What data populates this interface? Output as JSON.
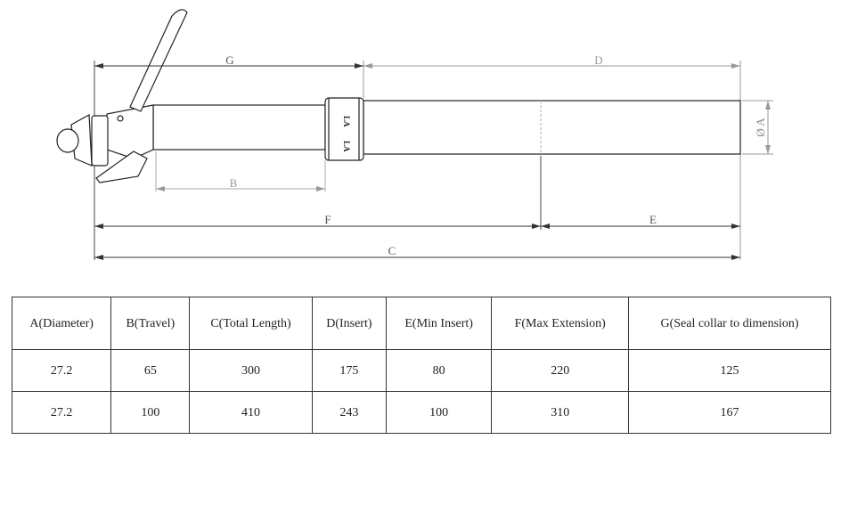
{
  "drawing": {
    "labels": {
      "G": "G",
      "D": "D",
      "A": "Ø A",
      "B": "B",
      "F": "F",
      "E": "E",
      "C": "C"
    }
  },
  "table": {
    "headers": [
      "A(Diameter)",
      "B(Travel)",
      "C(Total Length)",
      "D(Insert)",
      "E(Min Insert)",
      "F(Max Extension)",
      "G(Seal collar to dimension)"
    ],
    "rows": [
      [
        "27.2",
        "65",
        "300",
        "175",
        "80",
        "220",
        "125"
      ],
      [
        "27.2",
        "100",
        "410",
        "243",
        "100",
        "310",
        "167"
      ]
    ]
  }
}
